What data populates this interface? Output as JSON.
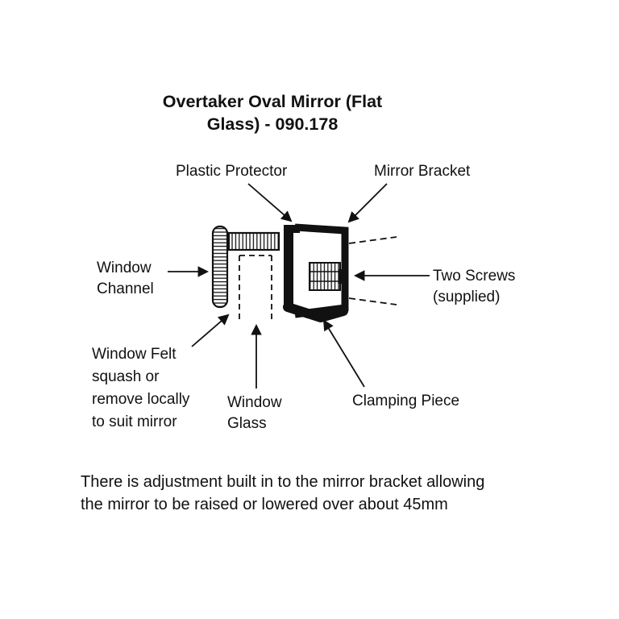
{
  "title": "Overtaker Oval Mirror  (Flat\nGlass) - 090.178",
  "labels": {
    "plastic_protector": "Plastic Protector",
    "mirror_bracket": "Mirror Bracket",
    "window_channel": "Window\nChannel",
    "two_screws": "Two Screws\n(supplied)",
    "window_felt": "Window Felt\nsquash or\nremove locally\nto suit mirror",
    "window_glass": "Window\nGlass",
    "clamping_piece": "Clamping Piece"
  },
  "footer": "There is adjustment built in to the mirror bracket allowing\nthe mirror to be raised or lowered over about 45mm",
  "colors": {
    "ink": "#111111",
    "background": "#ffffff"
  }
}
